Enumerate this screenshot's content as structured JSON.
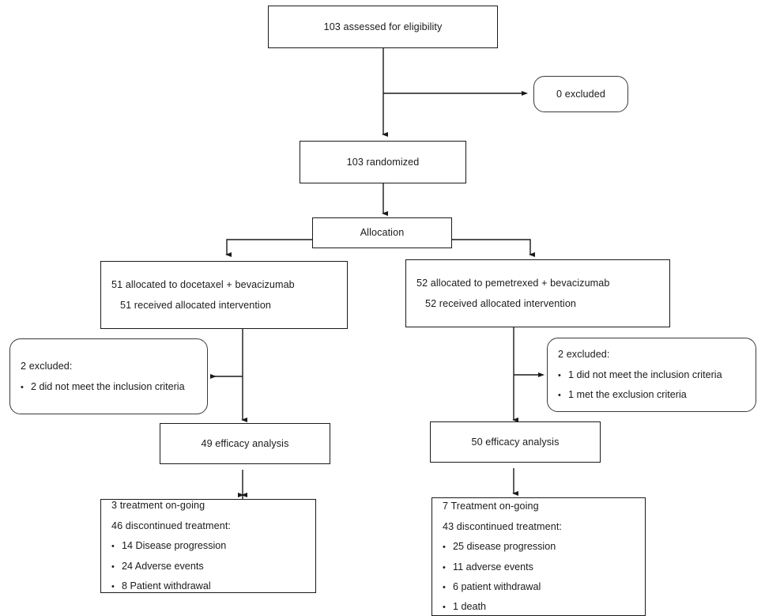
{
  "diagram": {
    "type": "consort-flow-diagram",
    "title": "CONSORT participant flow",
    "stroke_color": "#1a1a1a",
    "background_color": "#ffffff",
    "bullet_glyph": "•"
  },
  "nodes": {
    "assessed": {
      "label": "103 assessed for eligibility"
    },
    "excluded_top": {
      "label": "0 excluded"
    },
    "randomized": {
      "label": "103 randomized"
    },
    "allocation": {
      "label": "Allocation"
    },
    "alloc_left": {
      "line1": "51 allocated to docetaxel + bevacizumab",
      "line2": "51 received allocated intervention"
    },
    "alloc_right": {
      "line1": "52 allocated to pemetrexed + bevacizumab",
      "line2": "52 received allocated intervention"
    },
    "excluded_left": {
      "heading": "2 excluded:",
      "items": [
        "2 did not meet the inclusion criteria"
      ]
    },
    "excluded_right": {
      "heading": "2 excluded:",
      "items": [
        "1 did not meet the inclusion criteria",
        "1 met the exclusion criteria"
      ]
    },
    "efficacy_left": {
      "label": "49 efficacy analysis"
    },
    "efficacy_right": {
      "label": "50 efficacy analysis"
    },
    "outcome_left": {
      "line1": "3 treatment on-going",
      "line2": "46 discontinued treatment:",
      "items": [
        "14 Disease progression",
        "24 Adverse events",
        "8 Patient withdrawal"
      ]
    },
    "outcome_right": {
      "line1": "7 Treatment on-going",
      "line2": "43 discontinued treatment:",
      "items": [
        "25 disease progression",
        "11 adverse events",
        "6 patient withdrawal",
        "1 death"
      ]
    }
  }
}
